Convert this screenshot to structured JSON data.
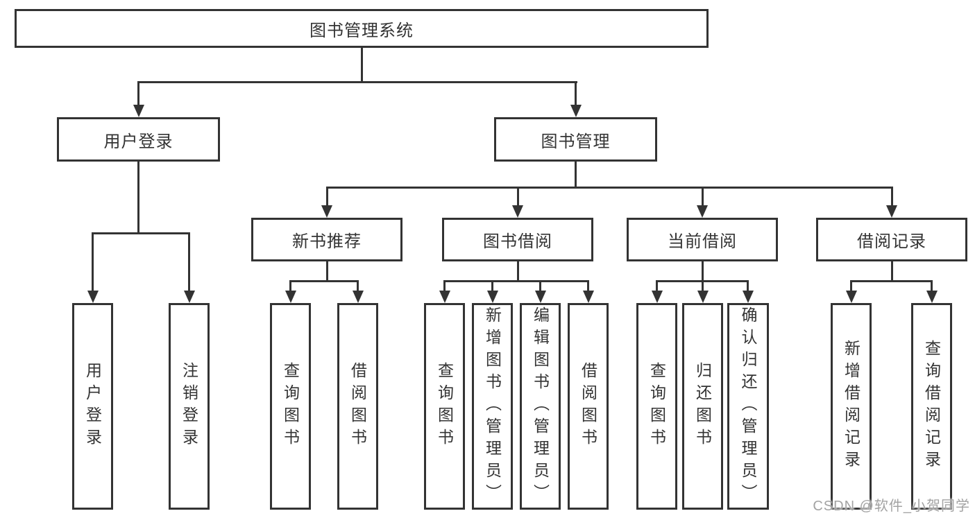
{
  "diagram": {
    "type": "hierarchy",
    "colors": {
      "background": "#ffffff",
      "box_fill": "#ffffff",
      "box_border": "#333333",
      "line": "#333333",
      "text": "#333333",
      "watermark_text": "#a3a3a3"
    }
  },
  "tree": {
    "root": {
      "label": "图书管理系统",
      "children": [
        {
          "label": "用户登录",
          "children": [
            {
              "label": "用户登录"
            },
            {
              "label": "注销登录"
            }
          ]
        },
        {
          "label": "图书管理",
          "children": [
            {
              "label": "新书推荐",
              "children": [
                {
                  "label": "查询图书"
                },
                {
                  "label": "借阅图书"
                }
              ]
            },
            {
              "label": "图书借阅",
              "children": [
                {
                  "label": "查询图书"
                },
                {
                  "label": "新增图书（管理员）"
                },
                {
                  "label": "编辑图书（管理员）"
                },
                {
                  "label": "借阅图书"
                }
              ]
            },
            {
              "label": "当前借阅",
              "children": [
                {
                  "label": "查询图书"
                },
                {
                  "label": "归还图书"
                },
                {
                  "label": "确认归还（管理员）"
                }
              ]
            },
            {
              "label": "借阅记录",
              "children": [
                {
                  "label": "新增借阅记录"
                },
                {
                  "label": "查询借阅记录"
                }
              ]
            }
          ]
        }
      ]
    }
  },
  "watermark": {
    "text": "CSDN @软件_小贺同学"
  }
}
